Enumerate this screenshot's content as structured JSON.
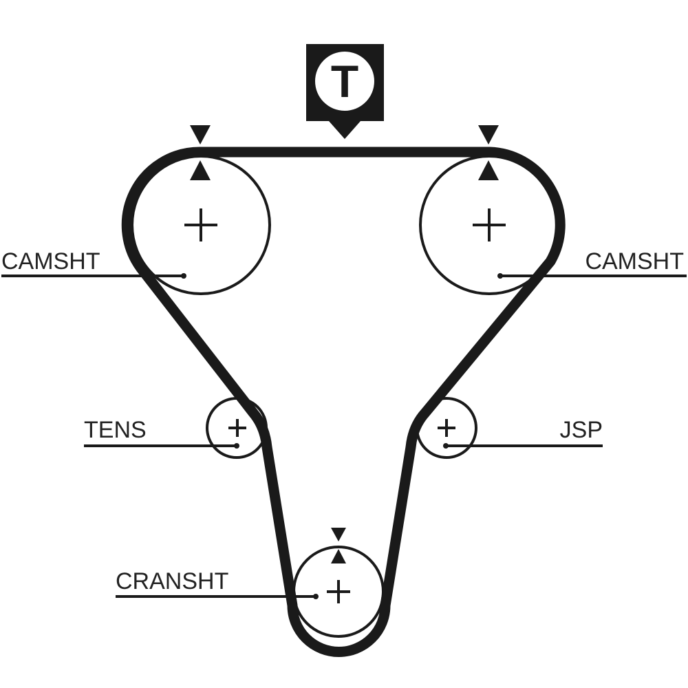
{
  "diagram": {
    "title": "Timing belt routing diagram",
    "badge_letter": "T",
    "labels": {
      "camshaft_left": "CAMSHT",
      "camshaft_right": "CAMSHT",
      "tensioner": "TENS",
      "jackshaft": "JSP",
      "crankshaft": "CRANSHT"
    },
    "colors": {
      "ink": "#1a1a1a",
      "text": "#222222",
      "background": "#ffffff"
    }
  }
}
